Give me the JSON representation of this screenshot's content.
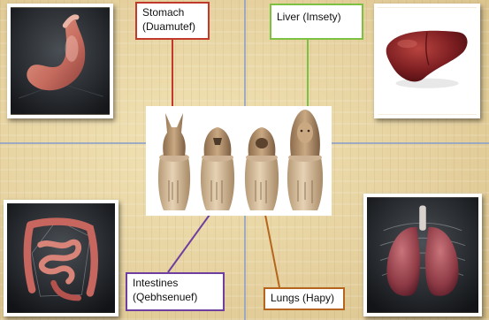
{
  "labels": {
    "stomach": {
      "name": "Stomach",
      "god": "(Duamutef)",
      "color": "#c0392b"
    },
    "liver": {
      "name": "Liver (Imsety)",
      "color": "#7dc142"
    },
    "intestines": {
      "name": "Intestines",
      "god": "(Qebhsenuef)",
      "color": "#6f3fa0"
    },
    "lungs": {
      "name": "Lungs (Hapy)",
      "color": "#b5651d"
    }
  },
  "colors": {
    "divider": "#8fa4c8",
    "parchment": "#e9d8a6"
  }
}
